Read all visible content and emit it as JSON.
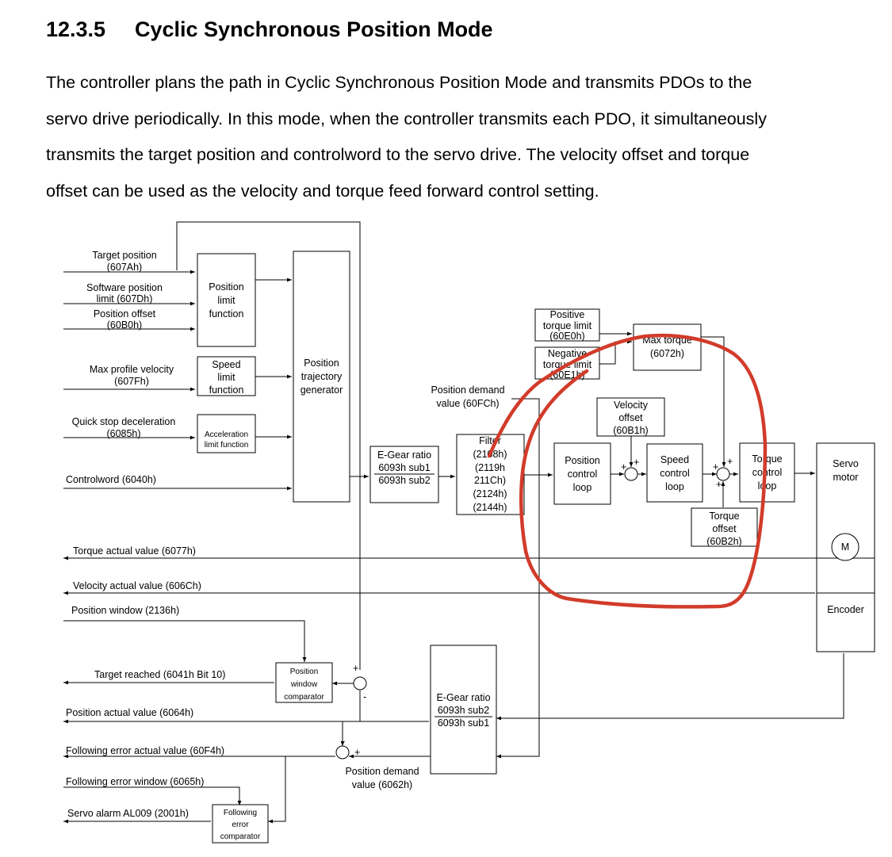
{
  "section": {
    "number": "12.3.5",
    "title": "Cyclic Synchronous Position Mode"
  },
  "paragraph_lines": [
    "The controller plans the path in Cyclic Synchronous Position Mode and transmits PDOs to the",
    "servo drive periodically. In this mode, when the controller transmits each PDO, it simultaneously",
    "transmits the target position and controlword to the servo drive. The velocity offset and torque",
    "offset can be used as the velocity and torque feed forward control setting."
  ],
  "diagram": {
    "inputs": {
      "target_position": [
        "Target position",
        "(607Ah)"
      ],
      "software_position_limit": [
        "Software position",
        "limit (607Dh)"
      ],
      "position_offset": [
        "Position offset",
        "(60B0h)"
      ],
      "max_profile_velocity": [
        "Max profile velocity",
        "(607Fh)"
      ],
      "quick_stop_deceleration": [
        "Quick stop deceleration",
        "(6085h)"
      ],
      "controlword": "Controlword (6040h)"
    },
    "blocks": {
      "position_limit_function": [
        "Position",
        "limit",
        "function"
      ],
      "speed_limit_function": [
        "Speed",
        "limit",
        "function"
      ],
      "acceleration_limit_function": [
        "Acceleration",
        "limit function"
      ],
      "position_trajectory_generator": [
        "Position",
        "trajectory",
        "generator"
      ],
      "egear_ratio_forward": [
        "E-Gear ratio",
        "6093h sub1",
        "6093h sub2"
      ],
      "filter": [
        "Filter",
        "(2108h)",
        "(2119h",
        "211Ch)",
        "(2124h)",
        "(2144h)"
      ],
      "position_control_loop": [
        "Position",
        "control",
        "loop"
      ],
      "speed_control_loop": [
        "Speed",
        "control",
        "loop"
      ],
      "torque_control_loop": [
        "Torque",
        "control",
        "loop"
      ],
      "servo_motor": [
        "Servo",
        "motor"
      ],
      "motor_symbol": "M",
      "encoder": "Encoder",
      "positive_torque_limit": [
        "Positive",
        "torque limit",
        "(60E0h)"
      ],
      "negative_torque_limit": [
        "Negative",
        "torque limit",
        "(60E1h)"
      ],
      "max_torque": [
        "Max torque",
        "(6072h)"
      ],
      "velocity_offset": [
        "Velocity",
        "offset",
        "(60B1h)"
      ],
      "torque_offset": [
        "Torque",
        "offset",
        "(60B2h)"
      ],
      "position_window_comparator": [
        "Position",
        "window",
        "comparator"
      ],
      "egear_ratio_feedback": [
        "E-Gear ratio",
        "6093h sub2",
        "6093h sub1"
      ],
      "following_error_comparator": [
        "Following",
        "error",
        "comparator"
      ]
    },
    "signals": {
      "position_demand_value_60fc": [
        "Position demand",
        "value (60FCh)"
      ],
      "torque_actual_value": "Torque actual value (6077h)",
      "velocity_actual_value": "Velocity actual value (606Ch)",
      "position_window": "Position window (2136h)",
      "target_reached": "Target reached (6041h Bit 10)",
      "position_actual_value": "Position actual value (6064h)",
      "following_error_actual_value": "Following error actual value (60F4h)",
      "following_error_window": "Following error window (6065h)",
      "servo_alarm": "Servo alarm AL009 (2001h)",
      "position_demand_value_6062": [
        "Position demand",
        "value (6062h)"
      ]
    },
    "signs": {
      "plus": "+",
      "minus": "-"
    },
    "annotation_color": "#d23b2a"
  }
}
